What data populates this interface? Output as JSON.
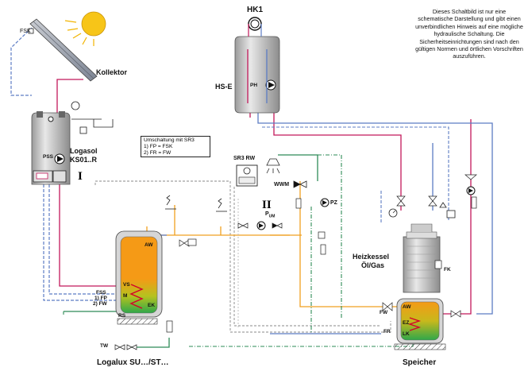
{
  "colors": {
    "collector_supply": "#c2185b",
    "collector_return": "#5c7cc4",
    "heating_supply": "#c2185b",
    "heating_return": "#5c7cc4",
    "dhw_hot": "#f0a020",
    "cold_water": "#2e8b57",
    "circulation": "#2e8b57",
    "control": "#8a8a8a",
    "tank_warm": "#f59a16",
    "tank_cold": "#2fa84a",
    "sun": "#f7c518"
  },
  "labels": {
    "hk1": "HK1",
    "hs_e": "HS-E",
    "ph": "PH",
    "fsk": "FSK",
    "kollektor": "Kollektor",
    "logasol_line1": "Logasol",
    "logasol_line2": "KS01..R",
    "pss": "PSS",
    "roman_1": "I",
    "roman_2": "II",
    "sr3rw": "SR3 RW",
    "wwm": "WWM",
    "pz": "PZ",
    "pum": "P",
    "pum_sub": "UM",
    "heizkessel_line1": "Heizkessel",
    "heizkessel_line2": "Öl/Gas",
    "fk": "FK",
    "speicher": "Speicher",
    "logalux": "Logalux  SU…/ST…",
    "tw": "TW",
    "aw_left": "AW",
    "vs": "VS",
    "m": "M",
    "ek": "EK",
    "rs": "RS",
    "fss": "FSS",
    "fp": "1) FP",
    "fw_left": "2) FW",
    "aw_right": "AW",
    "ez": "EZ",
    "lk": "LK",
    "fw_right": "FW",
    "fr": "FR"
  },
  "switch_box": {
    "title": "Umschaltung mit SR3",
    "line1": "1) FP = FSK",
    "line2": "2) FR = FW"
  },
  "note": "Dieses Schaltbild ist nur eine schematische Darstellung und gibt einen unverbindlichen Hinweis auf eine mögliche hydraulische Schaltung. Die Sicherheitseinrichtungen sind nach den gültigen Normen und örtlichen Vorschriften auszuführen."
}
